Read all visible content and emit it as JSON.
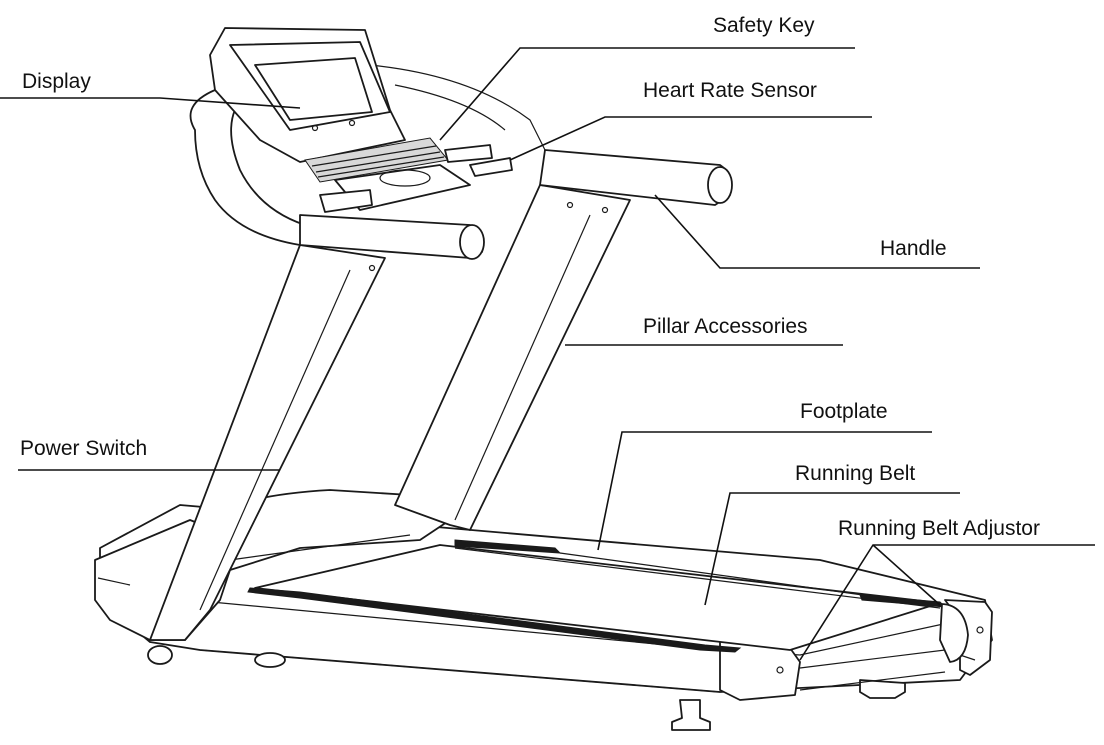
{
  "labels": {
    "display": "Display",
    "safety_key": "Safety Key",
    "heart_rate_sensor": "Heart Rate Sensor",
    "handle": "Handle",
    "pillar_accessories": "Pillar Accessories",
    "power_switch": "Power Switch",
    "footplate": "Footplate",
    "running_belt": "Running Belt",
    "running_belt_adjustor": "Running Belt Adjustor"
  }
}
